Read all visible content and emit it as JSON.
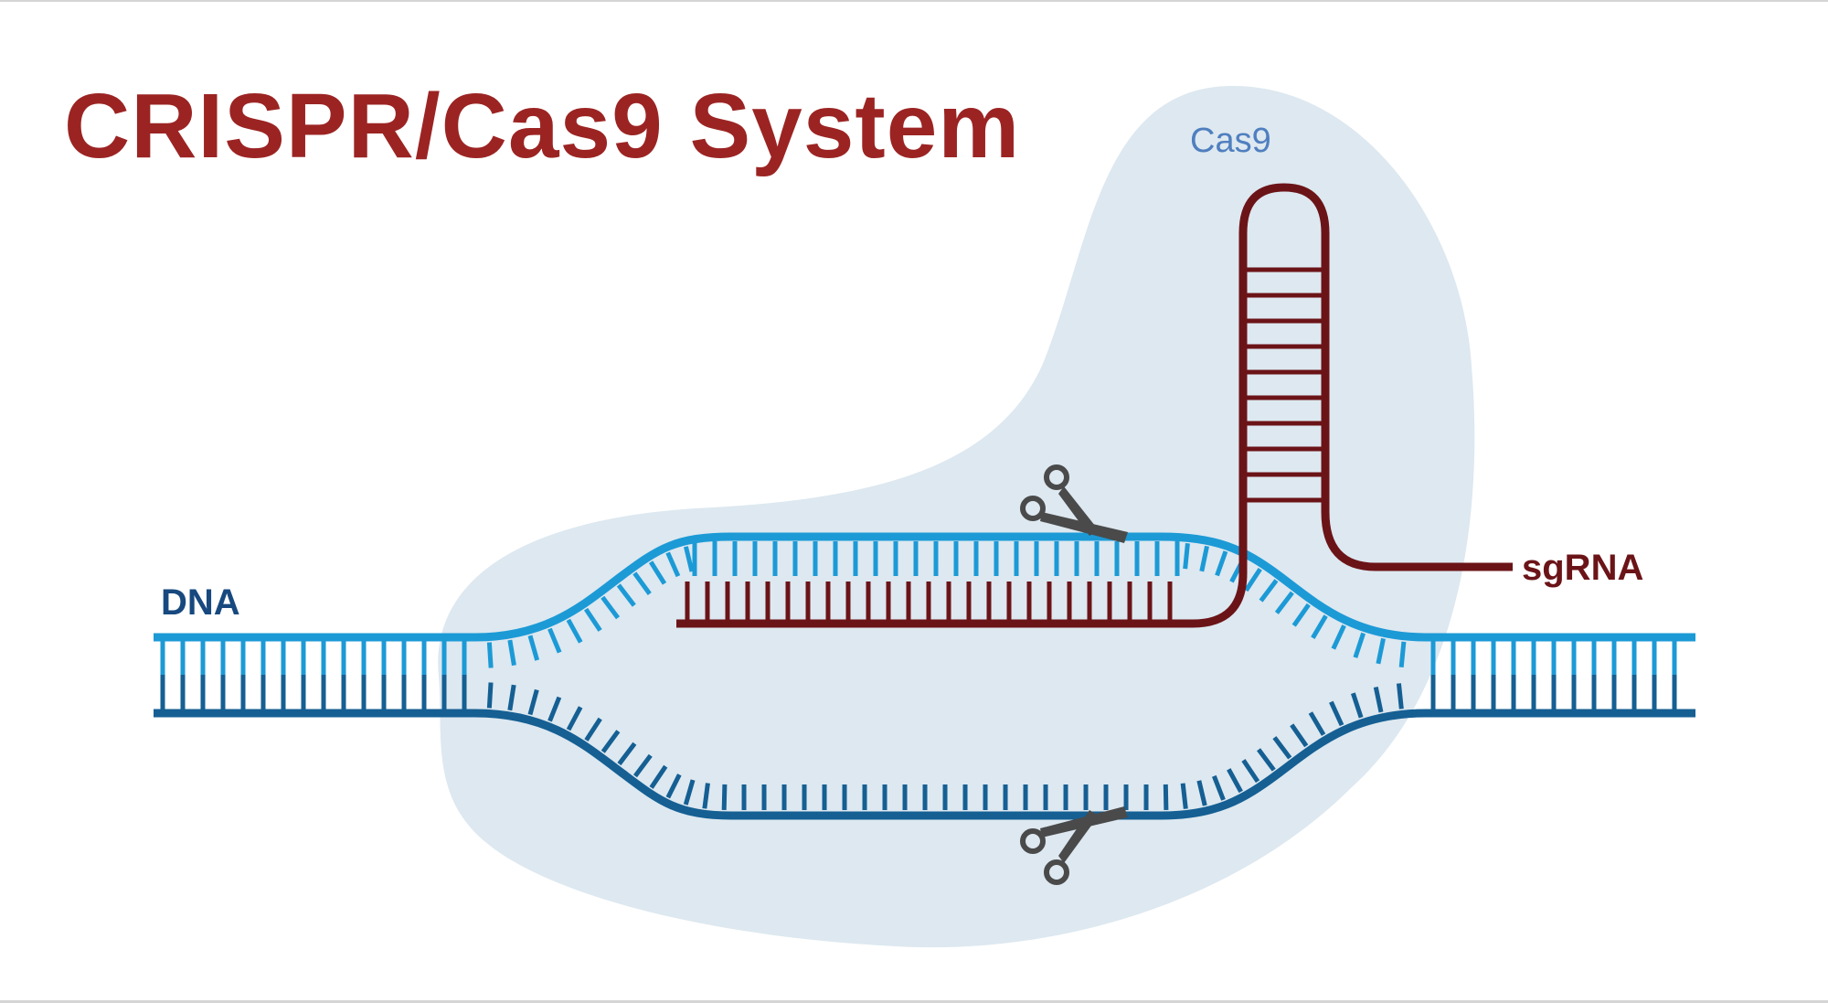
{
  "title": "CRISPR/Cas9 System",
  "labels": {
    "cas9": "Cas9",
    "dna": "DNA",
    "sgrna": "sgRNA"
  },
  "colors": {
    "title": "#9b2423",
    "cas9_label": "#4f7fbf",
    "cas9_blob": "#dde8f0",
    "dna_label": "#17497f",
    "dna_top_strand": "#1c9ad6",
    "dna_bottom_strand": "#155f93",
    "sgrna": "#6b1418",
    "scissors": "#4a4a4a",
    "border": "#d5d5d5"
  },
  "icons": [
    "scissors-icon",
    "scissors-icon"
  ]
}
